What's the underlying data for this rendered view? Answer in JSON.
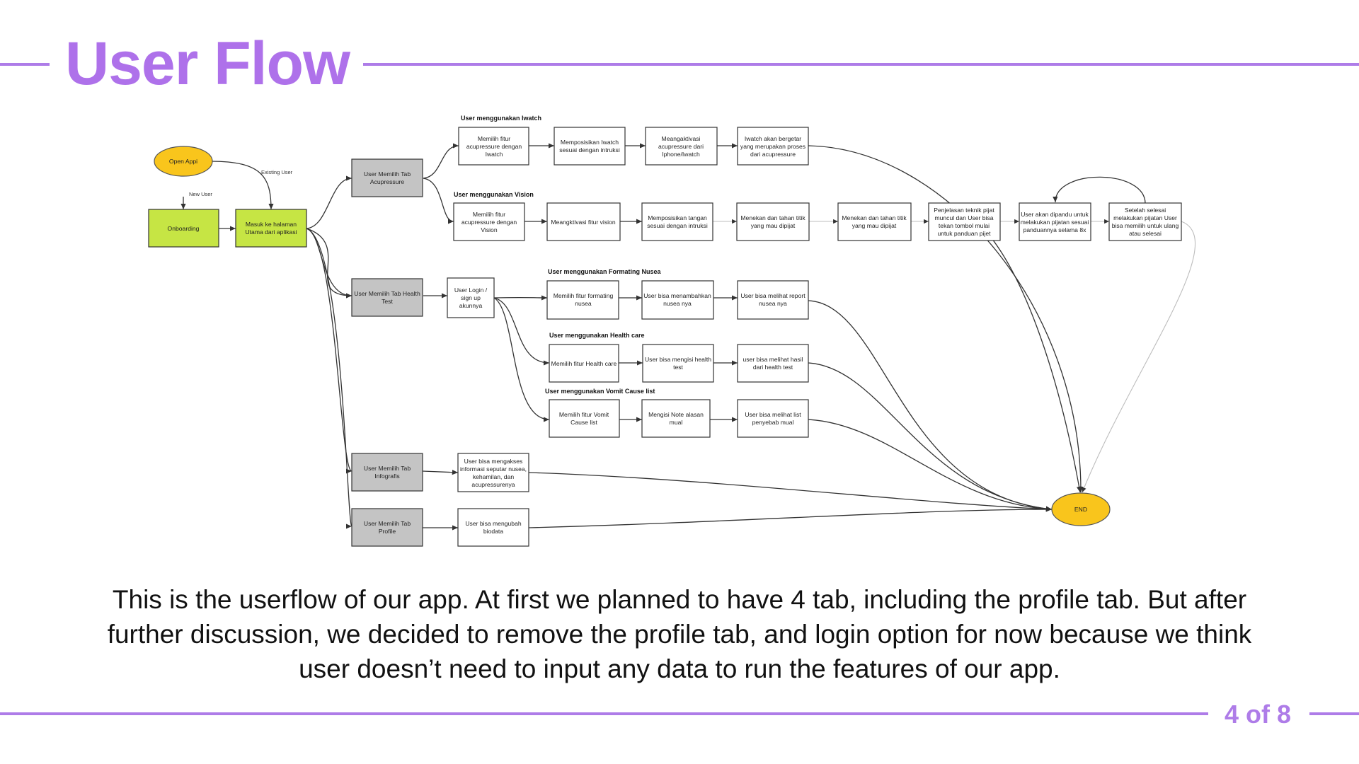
{
  "slide": {
    "title": "User Flow",
    "description": "This is the userflow of our app. At first we planned to have 4 tab, including the profile tab. But after further discussion, we decided to remove the profile tab, and login option for now because we think user doesn’t need to input any data to run the features of our app.",
    "page_number": "4 of 8",
    "accent_color": "#ae71ea"
  },
  "diagram": {
    "nodes": {
      "open_app": [
        "Open Appi"
      ],
      "onboarding": [
        "Onboarding"
      ],
      "home": [
        "Masuk ke halaman",
        "Utama dari aplikasi"
      ],
      "tab_acupressure": [
        "User Memilih  Tab",
        "Acupressure"
      ],
      "tab_health_test": [
        "User Memilih  Tab Health",
        "Test"
      ],
      "tab_infografis": [
        "User Memilih  Tab",
        "Infografis"
      ],
      "tab_profile": [
        "User Memilih  Tab",
        "Profile"
      ],
      "iw_1": [
        "Memilih fitur",
        "acupressure dengan",
        "Iwatch"
      ],
      "iw_2": [
        "Memposisikan Iwatch",
        "sesuai dengan intruksi"
      ],
      "iw_3": [
        "Meangaktivasi",
        "acupressure dari",
        "Iphone/Iwatch"
      ],
      "iw_4": [
        "Iwatch akan bergetar",
        "yang merupakan proses",
        "dari acupressure"
      ],
      "v_1": [
        "Memilih fitur",
        "acupressure dengan",
        "Vision"
      ],
      "v_2": [
        "Meangktivasi fitur vision"
      ],
      "v_3": [
        "Memposisikan tangan",
        "sesuai dengan intruksi"
      ],
      "v_4": [
        "Menekan dan tahan titik",
        "yang mau dipijat"
      ],
      "v_5": [
        "Menekan dan tahan titik",
        "yang mau dipijat"
      ],
      "v_6": [
        "Penjelasan teknik pijat",
        "muncul dan User bisa",
        "tekan tombol mulai",
        "untuk panduan pijet"
      ],
      "v_7": [
        "User akan dipandu untuk",
        "melakukan pijatan sesuai",
        "panduannya selama 8x"
      ],
      "v_8": [
        "Setelah selesai",
        "melakukan pijatan User",
        "bisa memilih untuk ulang",
        "atau selesai"
      ],
      "login": [
        "User Login /",
        "sign up",
        "akunnya"
      ],
      "fn_1": [
        "Memilih fitur formating",
        "nusea"
      ],
      "fn_2": [
        "User bisa menambahkan",
        "nusea nya"
      ],
      "fn_3": [
        "User bisa melihat report",
        "nusea nya"
      ],
      "hc_1": [
        "Memilih fitur Health care"
      ],
      "hc_2": [
        "User bisa mengisi health",
        "test"
      ],
      "hc_3": [
        "user bisa melihat hasil",
        "dari health test"
      ],
      "vc_1": [
        "Memilih fitur Vomit",
        "Cause list"
      ],
      "vc_2": [
        "Mengisi Note alasan",
        "mual"
      ],
      "vc_3": [
        "User bisa melihat list",
        "penyebab mual"
      ],
      "info_1": [
        "User bisa mengakses",
        "informasi seputar nusea,",
        "kehamilan, dan",
        "acupressurenya"
      ],
      "profile_1": [
        "User bisa mengubah",
        "biodata"
      ],
      "end": [
        "END"
      ]
    },
    "section_labels": {
      "iwatch": "User menggunakan Iwatch",
      "vision": "User menggunakan Vision",
      "formating": "User menggunakan Formating Nusea",
      "health_care": "User menggunakan Health care",
      "vomit": "User menggunakan Vomit Cause list"
    },
    "edge_labels": {
      "existing_user": "Existing User",
      "new_user": "New User"
    },
    "colors": {
      "start_end": "#f9c51c",
      "green": "#c6e544",
      "tab_gray": "#c4c4c4"
    }
  }
}
